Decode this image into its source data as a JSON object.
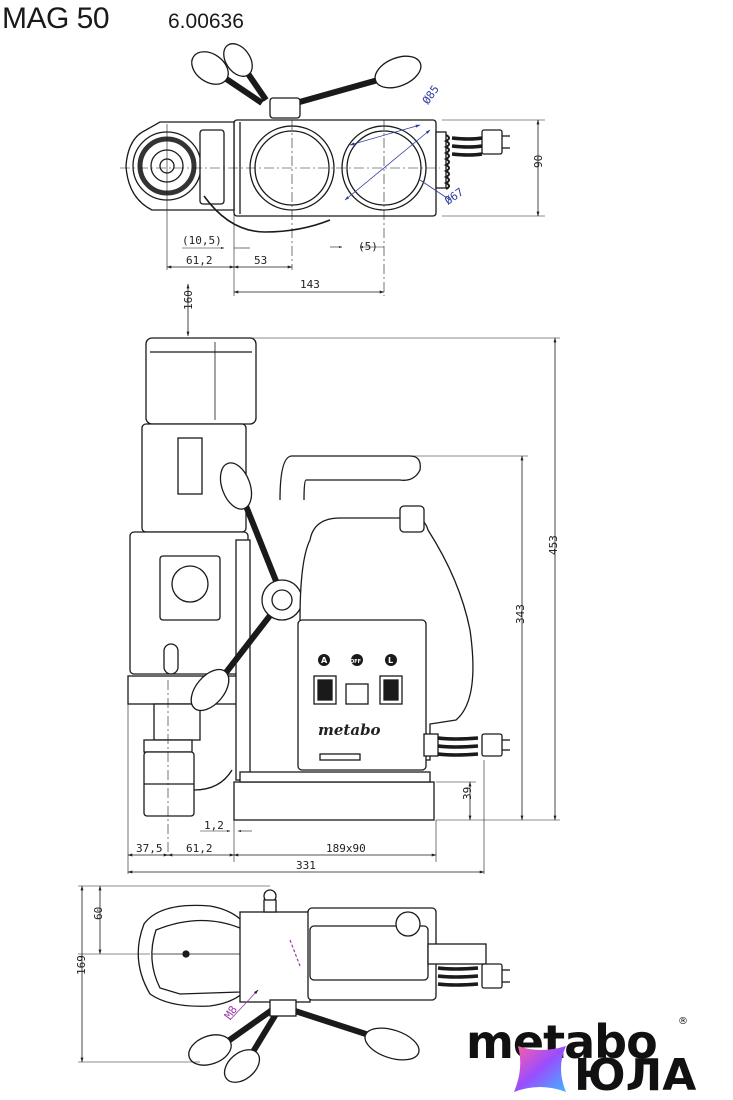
{
  "header": {
    "model": "MAG 50",
    "article_no": "6.00636"
  },
  "top_view_dims": {
    "d85": "Ø85",
    "d67": "Ø67",
    "h90": "90",
    "d10_5": "(10,5)",
    "d5": "(5)",
    "d61_2": "61,2",
    "d53": "53",
    "d143": "143"
  },
  "side_view_dims": {
    "d160": "160",
    "d453": "453",
    "d343": "343",
    "d39": "39",
    "d1_2": "1,2",
    "d37_5": "37,5",
    "d61_2": "61,2",
    "d189x90": "189x90",
    "d331": "331"
  },
  "front_view_dims": {
    "d60": "60",
    "d169": "169",
    "m8": "M8"
  },
  "panel_buttons": [
    "A",
    "OFF",
    "L"
  ],
  "brand": {
    "logo": "metabo",
    "plate": "metabo",
    "reg": "®",
    "watermark": "ЮЛА"
  },
  "colors": {
    "line": "#1a1a1a",
    "dim_blue": "#2d3c9c",
    "accent_magenta": "#9b3aa8"
  }
}
